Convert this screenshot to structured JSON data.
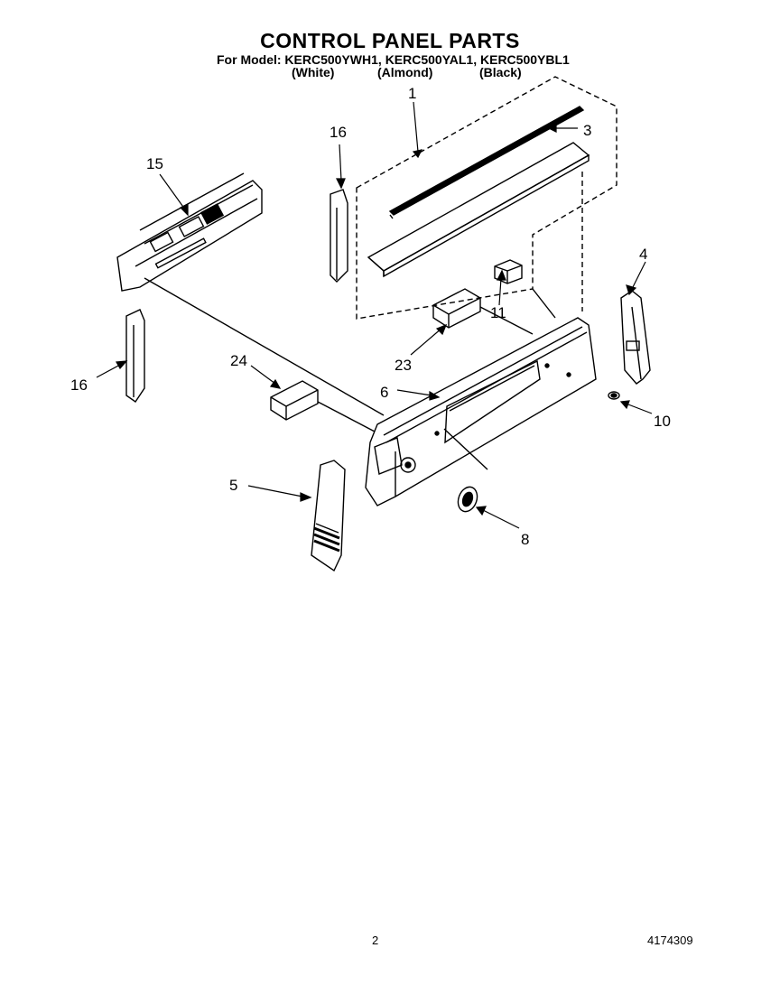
{
  "header": {
    "title": "CONTROL PANEL PARTS",
    "model_line": "For Model: KERC500YWH1, KERC500YAL1, KERC500YBL1",
    "variants": [
      "(White)",
      "(Almond)",
      "(Black)"
    ]
  },
  "callouts": [
    {
      "id": "c1",
      "label": "1"
    },
    {
      "id": "c3",
      "label": "3"
    },
    {
      "id": "c16a",
      "label": "16"
    },
    {
      "id": "c15",
      "label": "15"
    },
    {
      "id": "c4",
      "label": "4"
    },
    {
      "id": "c11",
      "label": "11"
    },
    {
      "id": "c23",
      "label": "23"
    },
    {
      "id": "c24",
      "label": "24"
    },
    {
      "id": "c6",
      "label": "6"
    },
    {
      "id": "c16b",
      "label": "16"
    },
    {
      "id": "c10",
      "label": "10"
    },
    {
      "id": "c5",
      "label": "5"
    },
    {
      "id": "c8",
      "label": "8"
    }
  ],
  "footer": {
    "page_number": "2",
    "document_number": "4174309"
  }
}
